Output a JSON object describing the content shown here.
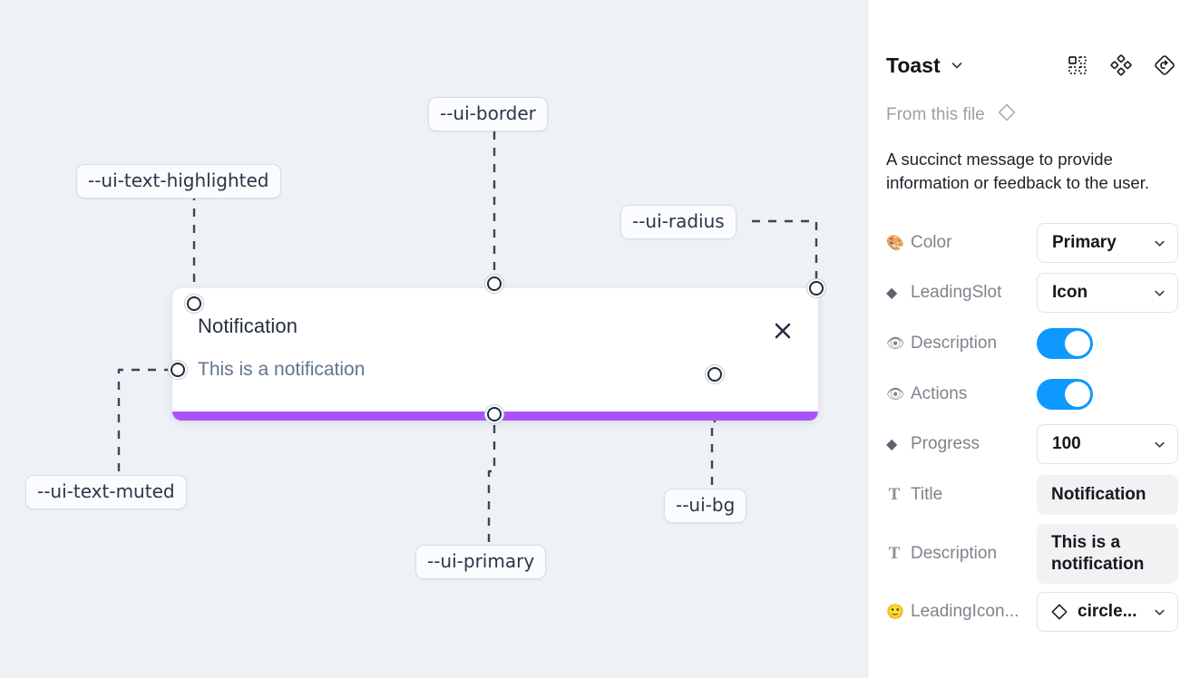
{
  "canvas": {
    "background_color": "#eef1f6",
    "toast": {
      "title": "Notification",
      "description": "This is a notification",
      "close_label": "✕",
      "progress_color": "#a855f7",
      "background_color": "#ffffff"
    },
    "annotations": [
      {
        "label": "--ui-text-highlighted"
      },
      {
        "label": "--ui-border"
      },
      {
        "label": "--ui-radius"
      },
      {
        "label": "--ui-text-muted"
      },
      {
        "label": "--ui-primary"
      },
      {
        "label": "--ui-bg"
      }
    ]
  },
  "panel": {
    "title": "Toast",
    "header_icons": [
      {
        "name": "component-variants-icon"
      },
      {
        "name": "component-cluster-icon"
      },
      {
        "name": "reset-instance-icon"
      }
    ],
    "from_file_label": "From this file",
    "description": "A succinct message to provide information or feedback to the user.",
    "properties": [
      {
        "icon": "🎨",
        "icon_name": "palette-emoji",
        "name": "Color",
        "control": "select",
        "value": "Primary"
      },
      {
        "icon": "◆",
        "icon_name": "diamond-icon",
        "name": "LeadingSlot",
        "control": "select",
        "value": "Icon"
      },
      {
        "icon": "👁",
        "icon_name": "eye-emoji",
        "name": "Description",
        "control": "toggle",
        "value": "on"
      },
      {
        "icon": "👁",
        "icon_name": "eye-emoji",
        "name": "Actions",
        "control": "toggle",
        "value": "on"
      },
      {
        "icon": "◆",
        "icon_name": "diamond-icon",
        "name": "Progress",
        "control": "select",
        "value": "100"
      },
      {
        "icon": "T",
        "icon_name": "text-type-icon",
        "name": "Title",
        "control": "text",
        "value": "Notification"
      },
      {
        "icon": "T",
        "icon_name": "text-type-icon",
        "name": "Description",
        "control": "text",
        "value": "This is a notification"
      },
      {
        "icon": "🙂",
        "icon_name": "smiley-emoji",
        "name": "LeadingIcon...",
        "control": "icon-select",
        "value": "circle..."
      }
    ],
    "accent_color": "#0d99ff"
  }
}
